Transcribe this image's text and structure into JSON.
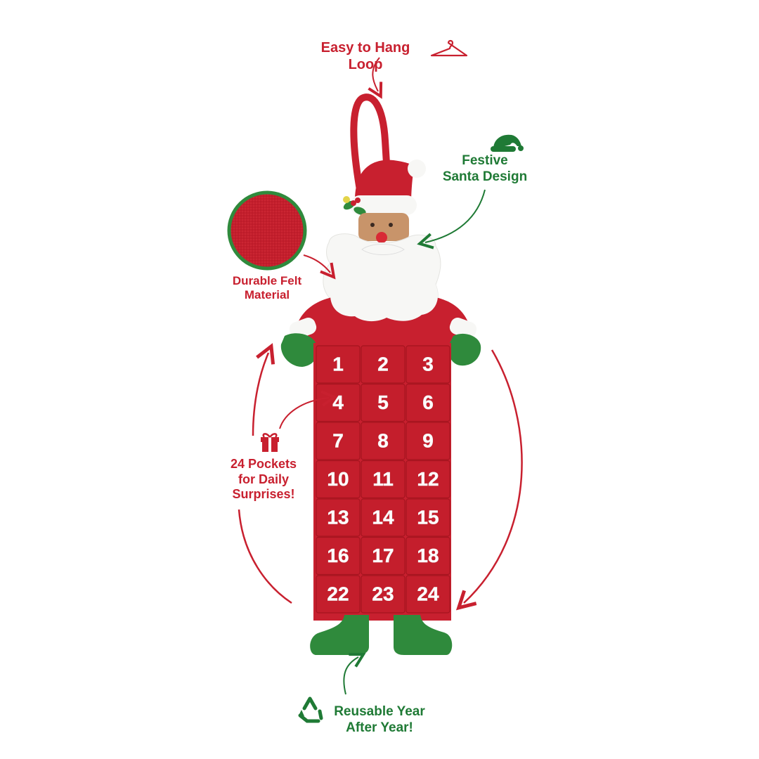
{
  "callouts": {
    "hang_loop": "Easy to Hang Loop",
    "santa_line1": "Festive",
    "santa_line2": "Santa Design",
    "felt_line1": "Durable Felt",
    "felt_line2": "Material",
    "pockets_line1": "24 Pockets",
    "pockets_line2": "for Daily",
    "pockets_line3": "Surprises!",
    "reuse_line1": "Reusable Year",
    "reuse_line2": "After Year!"
  },
  "pockets": [
    "1",
    "2",
    "3",
    "4",
    "5",
    "6",
    "7",
    "8",
    "9",
    "10",
    "11",
    "12",
    "13",
    "14",
    "15",
    "16",
    "17",
    "18",
    "22",
    "23",
    "24"
  ],
  "colors": {
    "felt_red": "#c8202f",
    "felt_green": "#2f8a3c",
    "felt_white": "#f7f7f5",
    "label_red": "#c8202f",
    "label_green": "#1f7a35"
  },
  "icons": [
    "hanger-icon",
    "santa-hat-icon",
    "gift-icon",
    "recycle-icon"
  ]
}
